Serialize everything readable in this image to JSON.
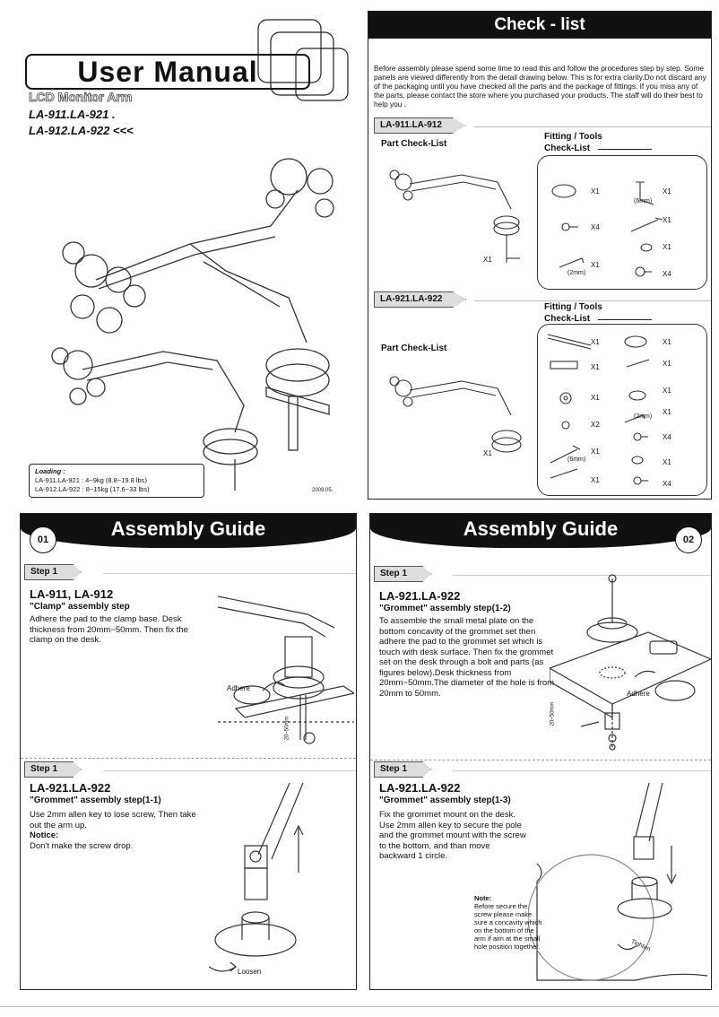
{
  "cover": {
    "title": "User Manual",
    "subtitle": "LCD Monitor Arm",
    "models_line1": "LA-911.LA-921 .",
    "models_line2": "LA-912.LA-922  <<<",
    "loading_label": "Loading :",
    "loading_row1": "LA-911.LA-921  : 4~9kg (8.8~19.8 lbs)",
    "loading_row2": "LA-912.LA-922  : 8~15kg (17.6~33 lbs)",
    "date": "2009.05."
  },
  "checklist": {
    "header": "Check - list",
    "intro": "Before assembly please spend some time to read this and follow the procedures step by step. Some panels are viewed differently from the  detail drawing below. This is for extra clarity.Do not discard any of the packaging until you have checked all the parts and the package of fittings. If you miss any of the parts, please contact the store where you purchased your products. The staff will do their best to help you .",
    "section1_tab": "LA-911.LA-912",
    "section2_tab": "LA-921.LA-922",
    "part_checklist": "Part  Check-List",
    "fitting_tools": "Fitting / Tools",
    "fitting_checklist": "Check-List",
    "x1": "X1",
    "x2": "X2",
    "x4": "X4",
    "mm6": "(6mm)",
    "mm2": "(2mm)"
  },
  "guide1": {
    "header": "Assembly Guide",
    "number": "01",
    "step_a_tab": "Step 1",
    "step_a_title": "LA-911, LA-912",
    "step_a_subtitle": "\"Clamp\" assembly step",
    "step_a_body": "Adhere the pad to the clamp base. Desk thickness from 20mm~50mm. Then fix the clamp on the desk.",
    "adhere": "Adhere",
    "thickness": "20~50mm",
    "step_b_tab": "Step 1",
    "step_b_title": "LA-921.LA-922",
    "step_b_subtitle": "\"Grommet\" assembly step(1-1)",
    "step_b_body": "Use 2mm allen key to lose screw, Then take out the arm up.",
    "step_b_notice_label": "Notice:",
    "step_b_notice": "Don't make the screw drop.",
    "loosen": "Loosen"
  },
  "guide2": {
    "header": "Assembly Guide",
    "number": "02",
    "step_a_tab": "Step 1",
    "step_a_title": "LA-921.LA-922",
    "step_a_subtitle": "\"Grommet\" assembly step(1-2)",
    "step_a_body": "To assemble the small metal plate on the bottom concavity of the grommet set then adhere the pad to the grommet set which is touch with desk surface. Then fix the grommet set on the desk through a bolt and parts (as figures below).Desk thickness from 20mm~50mm.The diameter of the hole is from 20mm to 50mm.",
    "adhere": "Adhere",
    "thickness": "20~50mm",
    "step_b_tab": "Step 1",
    "step_b_title": "LA-921.LA-922",
    "step_b_subtitle": "\"Grommet\" assembly step(1-3)",
    "step_b_body": "Fix the grommet mount on the desk. Use 2mm allen key to secure the pole and the grommet mount with the screw to the bottom, and than move backward 1 circle.",
    "note_label": "Note:",
    "note_body": "Before secure the screw please make sure a concavity which on the bottom of the arm if aim at the small hole position together.",
    "tighten": "Tighten"
  }
}
